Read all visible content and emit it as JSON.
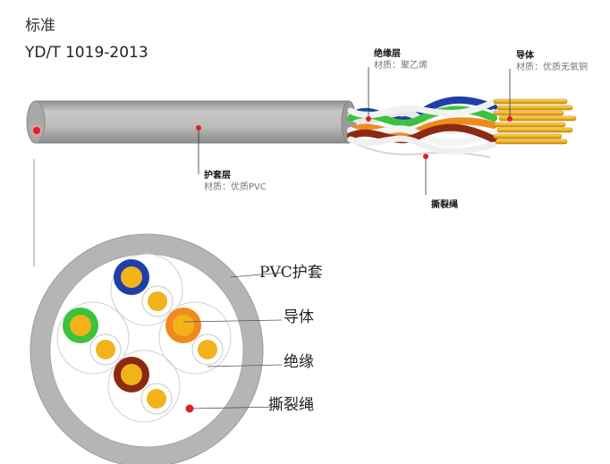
{
  "standard": {
    "label": "标准",
    "code": "YD/T 1019-2013"
  },
  "cable_labels": {
    "insulation": {
      "title": "绝缘层",
      "material": "材质：聚乙烯"
    },
    "conductor": {
      "title": "导体",
      "material": "材质：优质无氧铜"
    },
    "sheath": {
      "title": "护套层",
      "material": "材质：优质PVC"
    },
    "ripcord": {
      "title": "撕裂绳"
    }
  },
  "cross_section_labels": {
    "sheath": "PVC护套",
    "conductor": "导体",
    "insulation": "绝缘",
    "ripcord": "撕裂绳"
  },
  "colors": {
    "sheath": "#b5b5b5",
    "blue": "#1f3fa8",
    "green": "#3cc23c",
    "orange": "#f08a1e",
    "brown": "#8b2a12",
    "copper": "#f2b31a",
    "marker": "#e02020"
  }
}
